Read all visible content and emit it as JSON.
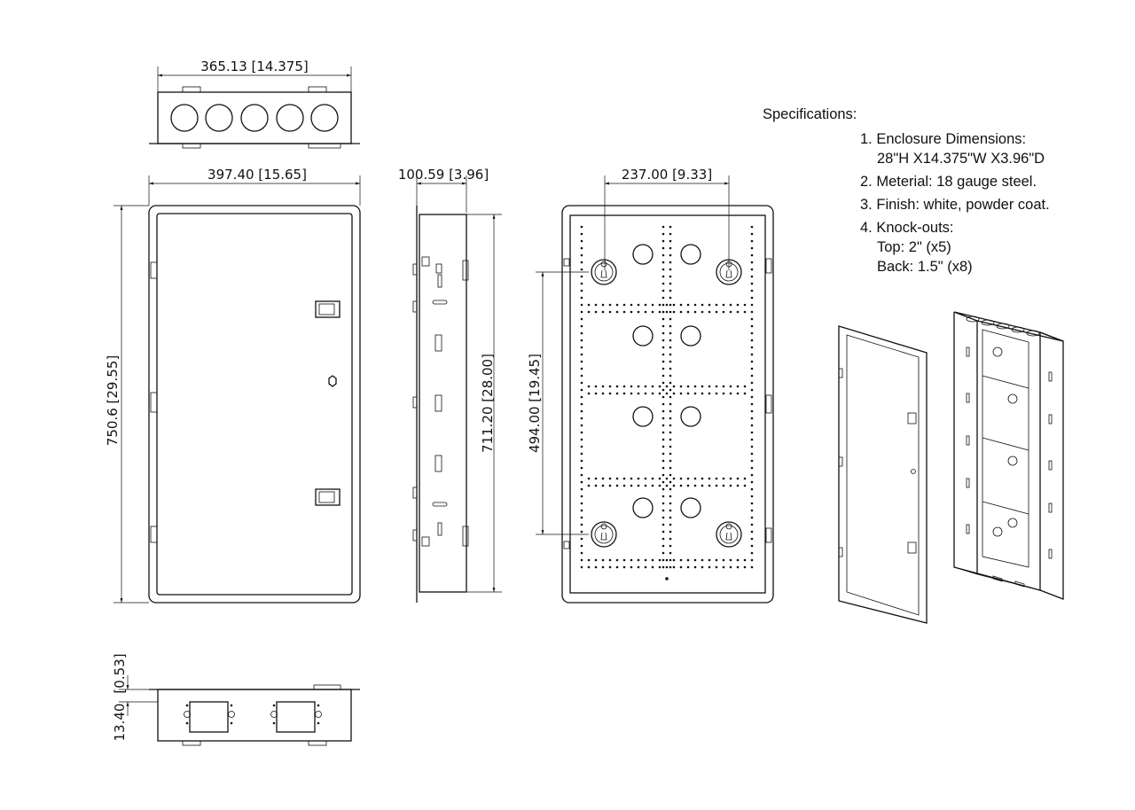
{
  "dimensions": {
    "top_width": "365.13 [14.375]",
    "front_width": "397.40 [15.65]",
    "side_depth": "100.59 [3.96]",
    "back_hole_spacing": "237.00 [9.33]",
    "front_height": "750.6 [29.55]",
    "side_height": "711.20 [28.00]",
    "back_hole_vertical": "494.00 [19.45]",
    "flange_offset": "[0.53]",
    "flange_offset_mm": "13.40"
  },
  "specifications": {
    "heading": "Specifications:",
    "items": [
      {
        "number": "1.",
        "lines": [
          "Enclosure Dimensions:",
          "28\"H X14.375\"W X3.96\"D"
        ]
      },
      {
        "number": "2.",
        "lines": [
          "Meterial: 18 gauge steel."
        ]
      },
      {
        "number": "3.",
        "lines": [
          "Finish: white, powder coat."
        ]
      },
      {
        "number": "4.",
        "lines": [
          "Knock-outs:",
          "Top: 2\" (x5)",
          "Back: 1.5\" (x8)"
        ]
      }
    ]
  },
  "colors": {
    "line": "#111111",
    "background": "#ffffff"
  }
}
